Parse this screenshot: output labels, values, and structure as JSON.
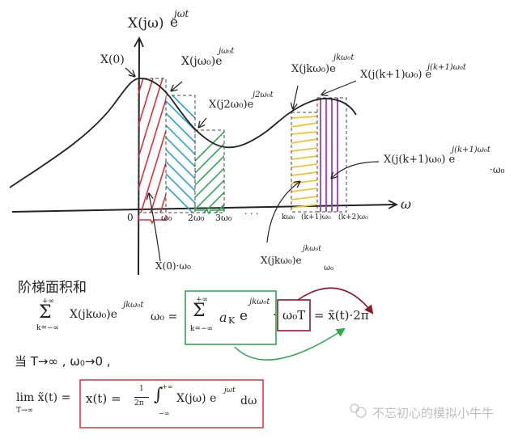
{
  "diagram": {
    "y_axis_label": "X(jω)",
    "y_axis_exp": "jωt",
    "x_axis_label": "ω",
    "origin_label": "0",
    "point_labels": {
      "x0": "X(0)",
      "xjw0": "X(jω₀)e",
      "xjw0_exp": "jω₀t",
      "xj2w0": "X(j2ω₀)e",
      "xj2w0_exp": "j2ω₀t",
      "xjkw0": "X(jkω₀)e",
      "xjkw0_exp": "jkω₀t",
      "xjk1w0": "X(j(k+1)ω₀) e",
      "xjk1w0_exp": "j(k+1)ω₀t"
    },
    "tick_labels": [
      "0",
      "ω₀",
      "2ω₀",
      "3ω₀",
      "kω₀",
      "(k+1)ω₀",
      "(k+2)ω₀"
    ],
    "ellipsis": "· · ·",
    "annotations": {
      "strip_area_0": "X(0)·ω₀",
      "strip_area_k": "X(jkω₀)e",
      "strip_area_k_exp": "jkω₀t",
      "strip_area_k_sub": "ω₀",
      "strip_area_k1": "X(j(k+1)ω₀) e",
      "strip_area_k1_exp": "j(k+1)ω₀t",
      "strip_area_k1_sub": "·ω₀"
    },
    "strip_colors": {
      "red": "#e0303a",
      "blue": "#2a9fd8",
      "green": "#2fa84f",
      "yellow": "#f2c12e",
      "purple": "#9b3fb5"
    }
  },
  "derivation": {
    "heading": "阶梯面积和",
    "sum_upper": "+∞",
    "sum_lower": "k=−∞",
    "sum_term": "X(jkω₀)e",
    "sum_term_exp": "jkω₀t",
    "sum_term_tail": "ω₀ =",
    "rhs_sum_term": "a",
    "rhs_sum_sub": "K",
    "rhs_e": "e",
    "rhs_exp": "jkω₀t",
    "dot": "·",
    "w0T": "ω₀T",
    "result": "= x̃(t)·2π",
    "green_box_color": "#2fa84f",
    "red_box_color": "#c0283a",
    "condition": "当 T→∞ , ω₀→0 ,",
    "lim": "lim x̃(t) =",
    "lim_sub": "T→∞",
    "final_lhs": "x(t) =",
    "final_frac_num": "1",
    "final_frac_den": "2π",
    "final_int_upper": "+∞",
    "final_int_lower": "−∞",
    "final_integrand": "X(jω) e",
    "final_integrand_exp": "jωt",
    "final_dw": "dω",
    "final_box_color": "#e03a44"
  },
  "watermark": {
    "text": "不忘初心的模拟小牛牛",
    "icon": "wechat-icon"
  }
}
